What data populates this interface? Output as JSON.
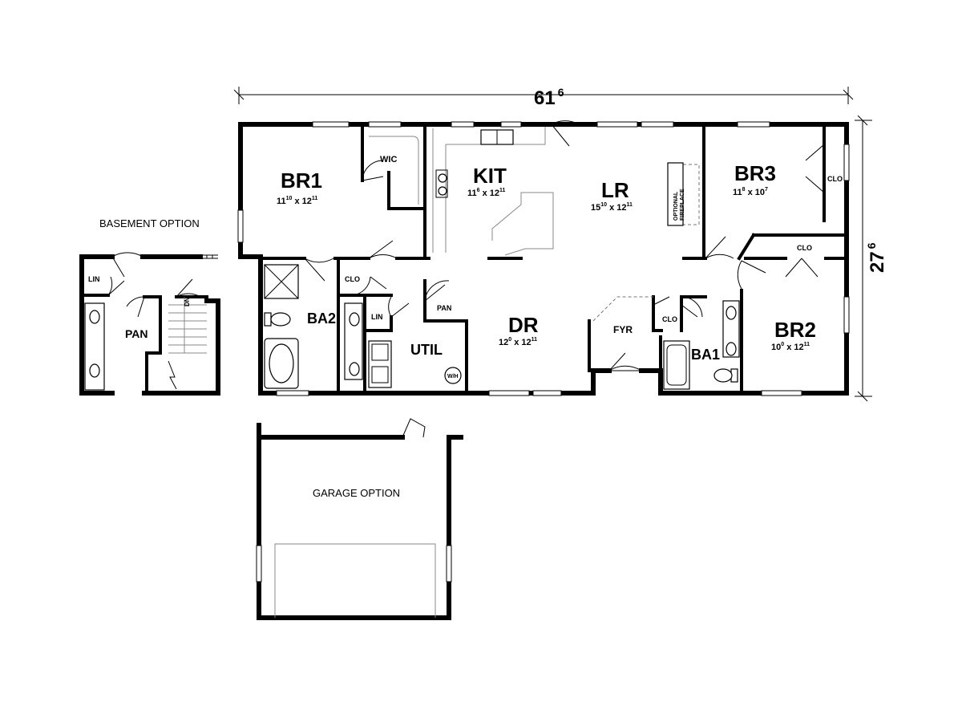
{
  "overall": {
    "width_main": "61",
    "width_sup": "6",
    "depth_main": "27",
    "depth_sup": "6"
  },
  "rooms": {
    "br1": {
      "name": "BR1",
      "w": "11",
      "w_in": "10",
      "d": "12",
      "d_in": "11"
    },
    "kit": {
      "name": "KIT",
      "w": "11",
      "w_in": "6",
      "d": "12",
      "d_in": "11"
    },
    "lr": {
      "name": "LR",
      "w": "15",
      "w_in": "10",
      "d": "12",
      "d_in": "11"
    },
    "br3": {
      "name": "BR3",
      "w": "11",
      "w_in": "8",
      "d": "10",
      "d_in": "7"
    },
    "dr": {
      "name": "DR",
      "w": "12",
      "w_in": "0",
      "d": "12",
      "d_in": "11"
    },
    "br2": {
      "name": "BR2",
      "w": "10",
      "w_in": "0",
      "d": "12",
      "d_in": "11"
    }
  },
  "labels": {
    "wic": "WIC",
    "clo_br3": "CLO",
    "clo_br2": "CLO",
    "clo_ba2": "CLO",
    "clo_fyr": "CLO",
    "lin_util": "LIN",
    "pan_util": "PAN",
    "ba2": "BA2",
    "util": "UTIL",
    "wh": "W/H",
    "fyr": "FYR",
    "ba1": "BA1",
    "fireplace_line1": "OPTIONAL",
    "fireplace_line2": "FIREPLACE"
  },
  "basement": {
    "title": "BASEMENT OPTION",
    "lin": "LIN",
    "pan": "PAN",
    "dn": "DN"
  },
  "garage": {
    "title": "GARAGE OPTION"
  }
}
